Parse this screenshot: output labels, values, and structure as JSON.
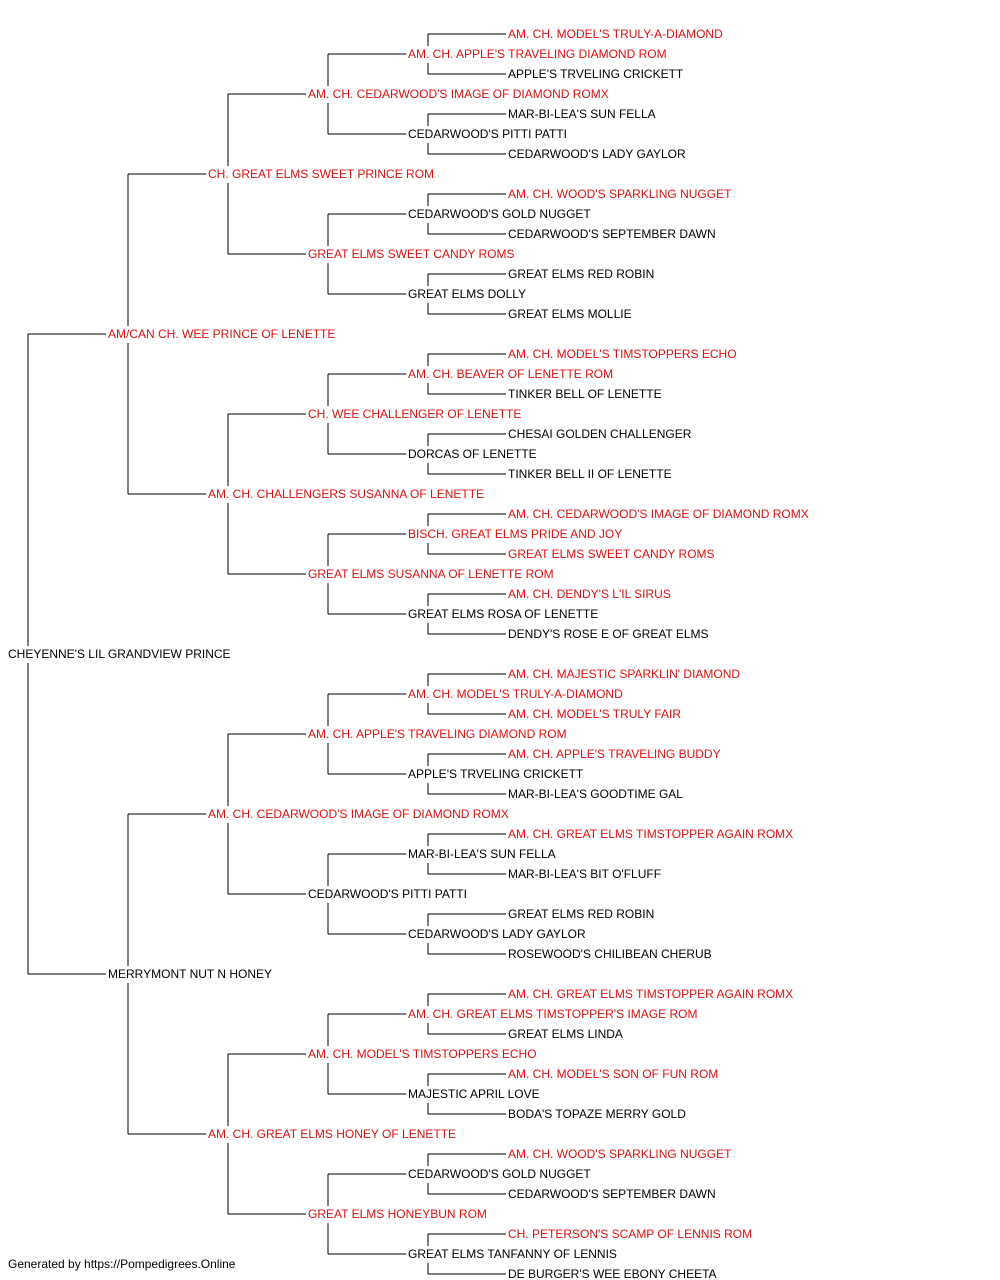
{
  "colors": {
    "champion": "#e01010",
    "normal": "#000000",
    "line": "#000000"
  },
  "pedigree": [
    {
      "name": "CHEYENNE'S LIL GRANDVIEW PRINCE",
      "champion": false
    },
    {
      "name": "AM/CAN CH. WEE PRINCE OF LENETTE",
      "champion": true
    },
    {
      "name": "MERRYMONT NUT N HONEY",
      "champion": false
    },
    {
      "name": "CH. GREAT ELMS SWEET PRINCE ROM",
      "champion": true
    },
    {
      "name": "AM. CH. CHALLENGERS SUSANNA OF LENETTE",
      "champion": true
    },
    {
      "name": "AM. CH. CEDARWOOD'S IMAGE OF DIAMOND ROMX",
      "champion": true
    },
    {
      "name": "AM. CH. GREAT ELMS HONEY OF LENETTE",
      "champion": true
    },
    {
      "name": "AM. CH. CEDARWOOD'S IMAGE OF DIAMOND ROMX",
      "champion": true
    },
    {
      "name": "GREAT ELMS SWEET CANDY ROMS",
      "champion": true
    },
    {
      "name": "CH. WEE CHALLENGER OF LENETTE",
      "champion": true
    },
    {
      "name": "GREAT ELMS SUSANNA OF LENETTE ROM",
      "champion": true
    },
    {
      "name": "AM. CH. APPLE'S TRAVELING DIAMOND ROM",
      "champion": true
    },
    {
      "name": "CEDARWOOD'S PITTI PATTI",
      "champion": false
    },
    {
      "name": "AM. CH. MODEL'S TIMSTOPPERS ECHO",
      "champion": true
    },
    {
      "name": "GREAT ELMS HONEYBUN ROM",
      "champion": true
    },
    {
      "name": "AM. CH. APPLE'S TRAVELING DIAMOND ROM",
      "champion": true
    },
    {
      "name": "CEDARWOOD'S PITTI PATTI",
      "champion": false
    },
    {
      "name": "CEDARWOOD'S GOLD NUGGET",
      "champion": false
    },
    {
      "name": "GREAT ELMS DOLLY",
      "champion": false
    },
    {
      "name": "AM. CH. BEAVER OF LENETTE ROM",
      "champion": true
    },
    {
      "name": "DORCAS OF LENETTE",
      "champion": false
    },
    {
      "name": "BISCH. GREAT ELMS PRIDE AND JOY",
      "champion": true
    },
    {
      "name": "GREAT ELMS ROSA OF LENETTE",
      "champion": false
    },
    {
      "name": "AM. CH. MODEL'S TRULY-A-DIAMOND",
      "champion": true
    },
    {
      "name": "APPLE'S TRVELING CRICKETT",
      "champion": false
    },
    {
      "name": "MAR-BI-LEA'S SUN FELLA",
      "champion": false
    },
    {
      "name": "CEDARWOOD'S LADY GAYLOR",
      "champion": false
    },
    {
      "name": "AM. CH. GREAT ELMS TIMSTOPPER'S IMAGE ROM",
      "champion": true
    },
    {
      "name": "MAJESTIC APRIL LOVE",
      "champion": false
    },
    {
      "name": "CEDARWOOD'S GOLD NUGGET",
      "champion": false
    },
    {
      "name": "GREAT ELMS TANFANNY OF LENNIS",
      "champion": false
    },
    {
      "name": "AM. CH. MODEL'S TRULY-A-DIAMOND",
      "champion": true
    },
    {
      "name": "APPLE'S TRVELING CRICKETT",
      "champion": false
    },
    {
      "name": "MAR-BI-LEA'S SUN FELLA",
      "champion": false
    },
    {
      "name": "CEDARWOOD'S LADY GAYLOR",
      "champion": false
    },
    {
      "name": "AM. CH. WOOD'S SPARKLING NUGGET",
      "champion": true
    },
    {
      "name": "CEDARWOOD'S SEPTEMBER DAWN",
      "champion": false
    },
    {
      "name": "GREAT ELMS RED ROBIN",
      "champion": false
    },
    {
      "name": "GREAT ELMS MOLLIE",
      "champion": false
    },
    {
      "name": "AM. CH. MODEL'S TIMSTOPPERS ECHO",
      "champion": true
    },
    {
      "name": "TINKER BELL OF LENETTE",
      "champion": false
    },
    {
      "name": "CHESAI GOLDEN CHALLENGER",
      "champion": false
    },
    {
      "name": "TINKER BELL II OF LENETTE",
      "champion": false
    },
    {
      "name": "AM. CH. CEDARWOOD'S IMAGE OF DIAMOND ROMX",
      "champion": true
    },
    {
      "name": "GREAT ELMS SWEET CANDY ROMS",
      "champion": true
    },
    {
      "name": "AM. CH. DENDY'S L'IL SIRUS",
      "champion": true
    },
    {
      "name": "DENDY'S ROSE E OF GREAT ELMS",
      "champion": false
    },
    {
      "name": "AM. CH. MAJESTIC SPARKLIN' DIAMOND",
      "champion": true
    },
    {
      "name": "AM. CH. MODEL'S TRULY FAIR",
      "champion": true
    },
    {
      "name": "AM. CH. APPLE'S TRAVELING BUDDY",
      "champion": true
    },
    {
      "name": "MAR-BI-LEA'S GOODTIME GAL",
      "champion": false
    },
    {
      "name": "AM. CH. GREAT ELMS TIMSTOPPER AGAIN ROMX",
      "champion": true
    },
    {
      "name": "MAR-BI-LEA'S BIT O'FLUFF",
      "champion": false
    },
    {
      "name": "GREAT ELMS RED ROBIN",
      "champion": false
    },
    {
      "name": "ROSEWOOD'S CHILIBEAN CHERUB",
      "champion": false
    },
    {
      "name": "AM. CH. GREAT ELMS TIMSTOPPER AGAIN ROMX",
      "champion": true
    },
    {
      "name": "GREAT ELMS LINDA",
      "champion": false
    },
    {
      "name": "AM. CH. MODEL'S SON OF FUN ROM",
      "champion": true
    },
    {
      "name": "BODA'S TOPAZE MERRY GOLD",
      "champion": false
    },
    {
      "name": "AM. CH. WOOD'S SPARKLING NUGGET",
      "champion": true
    },
    {
      "name": "CEDARWOOD'S SEPTEMBER DAWN",
      "champion": false
    },
    {
      "name": "CH. PETERSON'S SCAMP OF LENNIS ROM",
      "champion": true
    },
    {
      "name": "DE BURGER'S WEE EBONY CHEETA",
      "champion": false
    }
  ],
  "footer": "Generated by https://Pompedigrees.Online"
}
